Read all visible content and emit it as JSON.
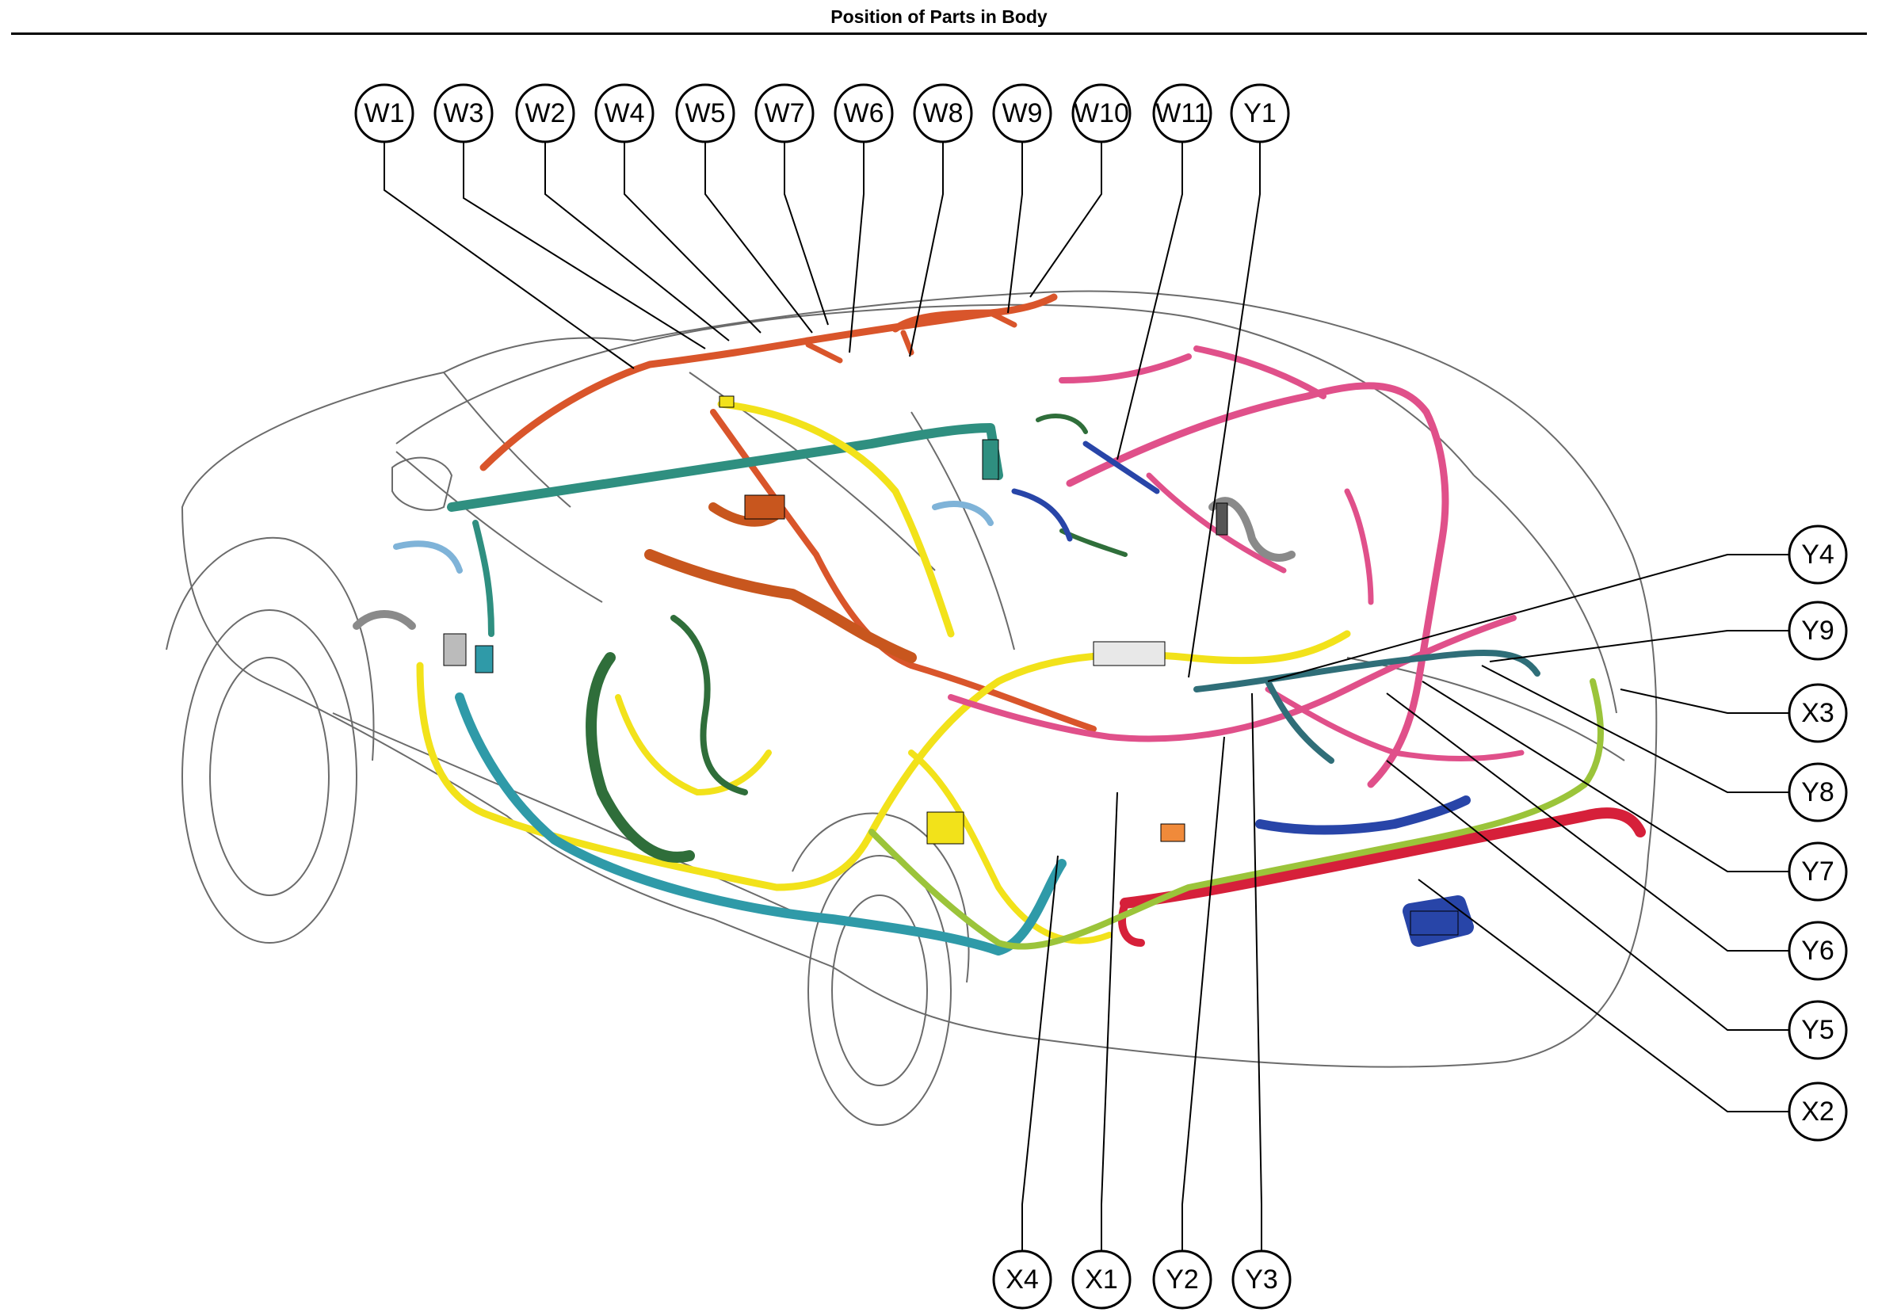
{
  "title": "Position of Parts in Body",
  "callouts": {
    "top": [
      "W1",
      "W3",
      "W2",
      "W4",
      "W5",
      "W7",
      "W6",
      "W8",
      "W9",
      "W10",
      "W11",
      "Y1"
    ],
    "right": [
      "Y4",
      "Y9",
      "X3",
      "Y8",
      "Y7",
      "Y6",
      "Y5",
      "X2"
    ],
    "bottom": [
      "X4",
      "X1",
      "Y2",
      "Y3"
    ]
  },
  "harness_colors": {
    "roof": "#d9552b",
    "front_teal": "#2f8f80",
    "yellow": "#f2e21a",
    "pink": "#e0508a",
    "dark_green": "#2f6e3a",
    "brown_orange": "#c8561e",
    "blue": "#2845a8",
    "light_blue": "#7fb3d8",
    "lime": "#9bc43a",
    "red": "#d6203a",
    "cyan_teal": "#2f9aa8",
    "gray": "#8a8a8a"
  }
}
